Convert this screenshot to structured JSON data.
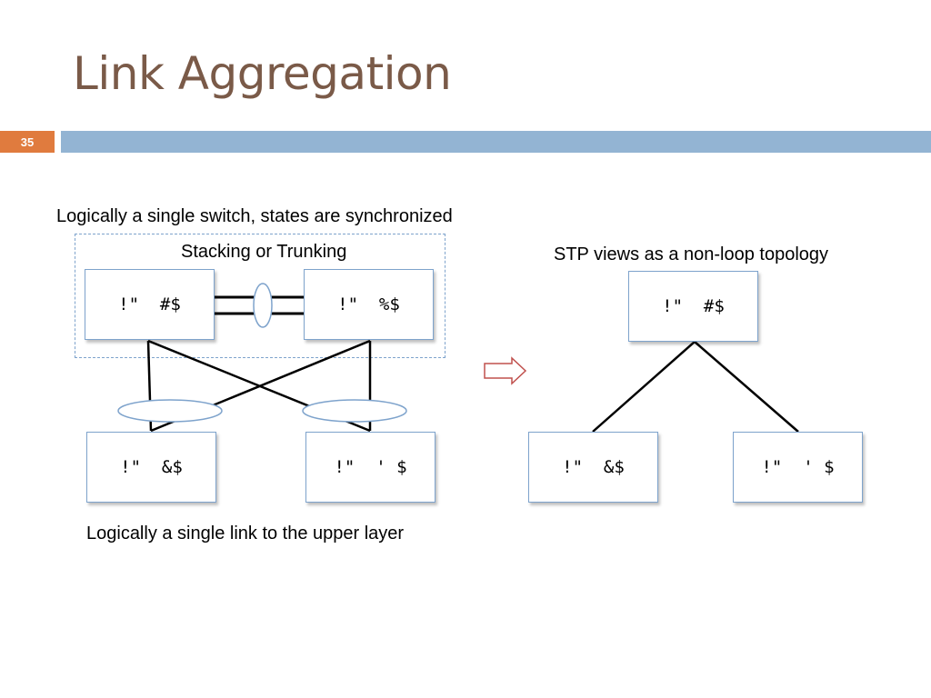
{
  "slide": {
    "title": "Link Aggregation",
    "number": "35"
  },
  "diagram": {
    "caption_top": "Logically a single switch, states are synchronized",
    "stack_label": "Stacking or Trunking",
    "caption_bottom": "Logically a single link to the upper layer",
    "right_label": "STP views as a non-loop topology",
    "left_nodes": {
      "top_left": "!\"  #$",
      "top_right": "!\"  %$",
      "bottom_left": "!\"  &$",
      "bottom_right": "!\"  ' $"
    },
    "right_nodes": {
      "top": "!\"  #$",
      "bottom_left": "!\"  &$",
      "bottom_right": "!\"  ' $"
    },
    "colors": {
      "node_border": "#7ea3cc",
      "arrow_border": "#c0504d",
      "header_bar": "#93b4d3",
      "slide_number_bg": "#e07b3e",
      "title": "#7a5a48"
    }
  }
}
